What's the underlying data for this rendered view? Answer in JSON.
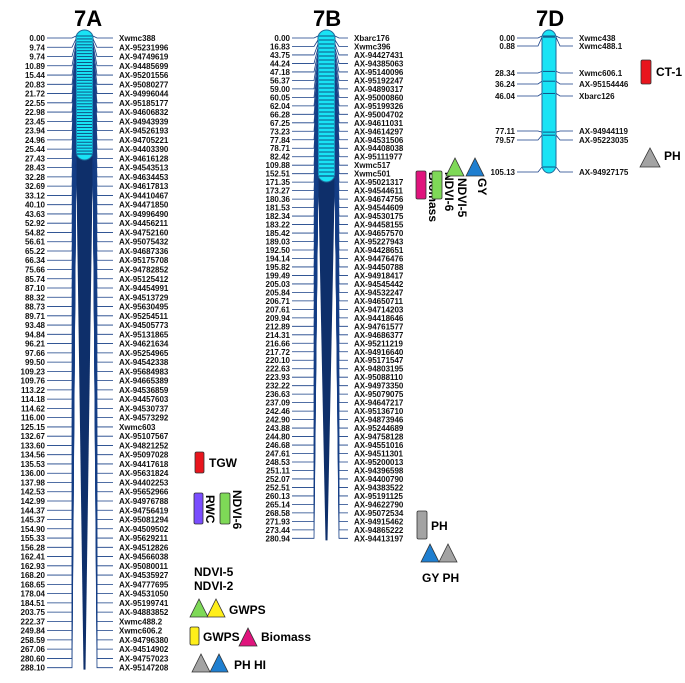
{
  "colors": {
    "chromosome": "#19e3f5",
    "chromosome_stroke": "#1f6a9a",
    "lines": "#163f86",
    "band": "#0e2f6a",
    "red": "#e8151d",
    "purple": "#7a4dff",
    "green": "#7ed957",
    "yellow": "#ffef1a",
    "magenta": "#e0147d",
    "gray": "#a3a3a3",
    "blue": "#1f7fd0"
  },
  "chromosomes": [
    {
      "id": "7A",
      "title": "7A",
      "positions": [
        "0.00",
        "9.74",
        "9.74",
        "10.89",
        "15.44",
        "20.83",
        "21.72",
        "22.55",
        "22.98",
        "23.45",
        "23.94",
        "24.96",
        "25.44",
        "27.43",
        "28.43",
        "32.28",
        "32.69",
        "33.12",
        "40.10",
        "43.63",
        "52.92",
        "54.82",
        "56.61",
        "65.22",
        "66.34",
        "75.66",
        "85.74",
        "87.10",
        "88.32",
        "88.73",
        "89.71",
        "93.48",
        "94.84",
        "96.21",
        "97.66",
        "99.50",
        "109.23",
        "109.76",
        "113.22",
        "114.18",
        "114.62",
        "116.00",
        "125.15",
        "132.67",
        "133.60",
        "134.56",
        "135.53",
        "136.00",
        "137.98",
        "142.53",
        "142.99",
        "144.37",
        "145.37",
        "154.90",
        "155.33",
        "156.28",
        "162.41",
        "162.93",
        "168.20",
        "168.65",
        "178.04",
        "184.51",
        "203.75",
        "222.37",
        "249.84",
        "258.59",
        "267.06",
        "280.60",
        "288.10"
      ],
      "markers": [
        "Xwmc388",
        "AX-95231996",
        "AX-94749619",
        "AX-94485699",
        "AX-95201556",
        "AX-95080277",
        "AX-94996044",
        "AX-95185177",
        "AX-94606832",
        "AX-94943939",
        "AX-94526193",
        "AX-94705221",
        "AX-94403390",
        "AX-94616128",
        "AX-94543513",
        "AX-94634453",
        "AX-94617813",
        "AX-94410467",
        "AX-94471850",
        "AX-94996490",
        "AX-94456211",
        "AX-94752160",
        "AX-95075432",
        "AX-94687336",
        "AX-95175708",
        "AX-94782852",
        "AX-95125412",
        "AX-94454991",
        "AX-94513729",
        "AX-95630495",
        "AX-95254511",
        "AX-94505773",
        "AX-95131865",
        "AX-94621634",
        "AX-95254965",
        "AX-94542338",
        "AX-95684983",
        "AX-94665389",
        "AX-94536859",
        "AX-94457603",
        "AX-94530737",
        "AX-94573292",
        "Xwmc603",
        "AX-95107567",
        "AX-94821252",
        "AX-95097028",
        "AX-94417618",
        "AX-95631824",
        "AX-94402253",
        "AX-95652966",
        "AX-94976788",
        "AX-94756419",
        "AX-95081294",
        "AX-94509502",
        "AX-95629211",
        "AX-94512826",
        "AX-94566038",
        "AX-95080011",
        "AX-94535927",
        "AX-94777695",
        "AX-94531050",
        "AX-95199741",
        "AX-94883852",
        "Xwmc488.2",
        "Xwmc606.2",
        "AX-94796380",
        "AX-94514902",
        "AX-94757023",
        "AX-95147208"
      ]
    },
    {
      "id": "7B",
      "title": "7B",
      "positions": [
        "0.00",
        "16.83",
        "43.75",
        "44.24",
        "47.18",
        "56.37",
        "59.00",
        "60.05",
        "62.04",
        "66.28",
        "67.25",
        "73.23",
        "77.84",
        "78.71",
        "82.42",
        "109.88",
        "152.51",
        "171.35",
        "173.27",
        "180.36",
        "181.53",
        "182.34",
        "183.22",
        "185.42",
        "189.03",
        "192.50",
        "194.14",
        "195.82",
        "199.49",
        "205.03",
        "205.84",
        "206.71",
        "207.61",
        "209.94",
        "212.89",
        "214.31",
        "216.66",
        "217.72",
        "220.10",
        "222.63",
        "223.93",
        "232.22",
        "236.63",
        "237.09",
        "242.46",
        "242.90",
        "243.88",
        "244.80",
        "246.68",
        "247.61",
        "248.53",
        "251.11",
        "252.07",
        "252.51",
        "260.13",
        "265.14",
        "268.58",
        "271.93",
        "273.44",
        "280.94"
      ],
      "markers": [
        "Xbarc176",
        "Xwmc396",
        "AX-94427431",
        "AX-94385063",
        "AX-95140096",
        "AX-95192247",
        "AX-94890317",
        "AX-95000860",
        "AX-95199326",
        "AX-95004702",
        "AX-94611031",
        "AX-94614297",
        "AX-94531506",
        "AX-94408038",
        "AX-95111977",
        "Xwmc517",
        "Xwmc501",
        "AX-95021317",
        "AX-94544611",
        "AX-94674756",
        "AX-94544609",
        "AX-94530175",
        "AX-94458155",
        "AX-94657570",
        "AX-95227943",
        "AX-94428651",
        "AX-94476476",
        "AX-94450788",
        "AX-94918417",
        "AX-94545442",
        "AX-94532247",
        "AX-94650711",
        "AX-94714203",
        "AX-94418646",
        "AX-94761577",
        "AX-94686377",
        "AX-95211219",
        "AX-94916640",
        "AX-95171547",
        "AX-94803195",
        "AX-95088110",
        "AX-94973350",
        "AX-95079075",
        "AX-94647217",
        "AX-95136710",
        "AX-94873946",
        "AX-95244689",
        "AX-94758128",
        "AX-94551016",
        "AX-94511301",
        "AX-95200013",
        "AX-94396598",
        "AX-94400790",
        "AX-94383522",
        "AX-95191125",
        "AX-94622790",
        "AX-95072534",
        "AX-94915462",
        "AX-94865222",
        "AX-94413197"
      ]
    },
    {
      "id": "7D",
      "title": "7D",
      "positions": [
        "0.00",
        "0.88",
        "28.34",
        "36.24",
        "46.04",
        "77.11",
        "79.57",
        "105.13"
      ],
      "markers": [
        "Xwmc438",
        "Xwmc488.1",
        "Xwmc606.1",
        "AX-95154446",
        "Xbarc126",
        "AX-94944119",
        "AX-95223035",
        "AX-94927175"
      ]
    }
  ],
  "traits": {
    "tgw": "TGW",
    "rwc": "RWC",
    "ndvi6_7a": "NDVI-6",
    "ndvi5_7a": "NDVI-5",
    "ndvi2_7a": "NDVI-2",
    "gwps_1": "GWPS",
    "gwps_2": "GWPS",
    "biomass_7a": "Biomass",
    "ph_hi": "PH HI",
    "gy_7b": "GY",
    "ndvi5_7b": "NDVI-5",
    "ndvi6_7b": "NDVI-6",
    "biomass_7b": "Biomass",
    "ph_7b": "PH",
    "gy_ph_7b": "GY PH",
    "ct1": "CT-1",
    "ph_7d": "PH"
  }
}
